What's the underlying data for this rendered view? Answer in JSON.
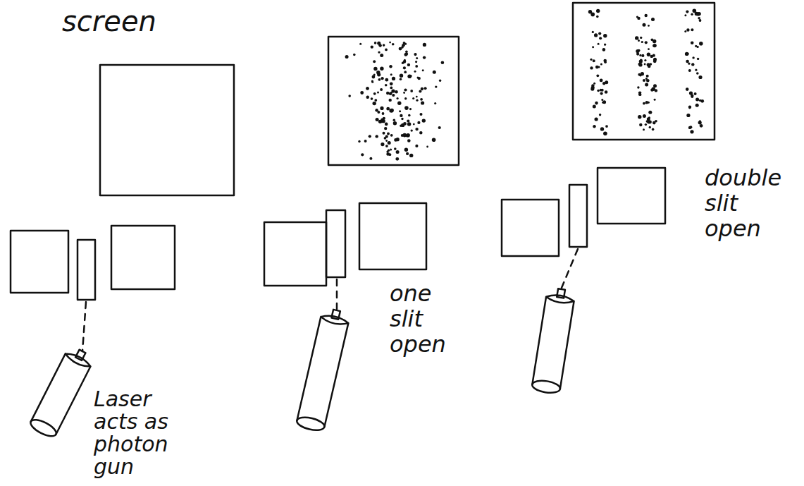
{
  "diagram": {
    "labels": [
      "screen",
      "Laser acts as photon gun",
      "one slit open",
      "double slit open"
    ]
  }
}
